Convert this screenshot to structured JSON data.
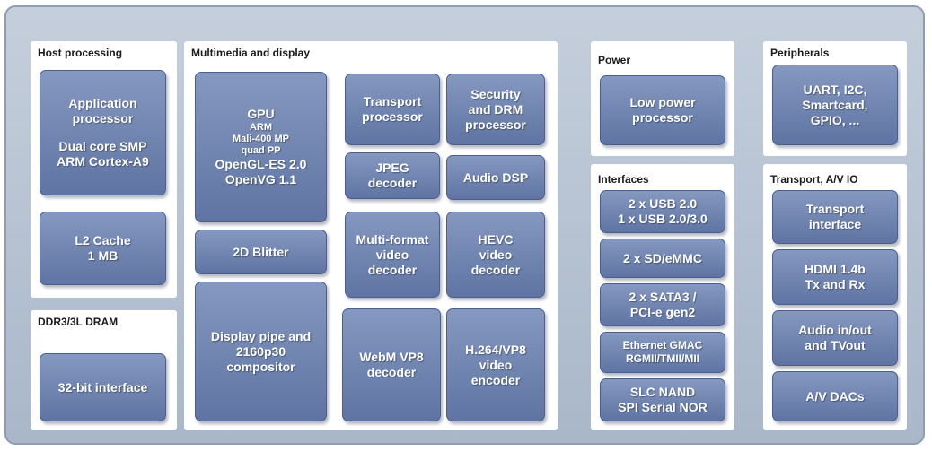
{
  "panels": {
    "host": "Host processing",
    "multimedia": "Multimedia and display",
    "power": "Power",
    "peripherals": "Peripherals",
    "dram": "DDR3/3L DRAM",
    "interfaces": "Interfaces",
    "transport": "Transport, A/V IO"
  },
  "blocks": {
    "app_proc": [
      "Application",
      "processor"
    ],
    "app_proc_sub": [
      "Dual core SMP",
      "ARM Cortex-A9"
    ],
    "l2": [
      "L2 Cache",
      "1 MB"
    ],
    "dram_if": [
      "32-bit interface"
    ],
    "gpu_title": "GPU",
    "gpu_small": [
      "ARM",
      "Mali-400 MP",
      "quad PP"
    ],
    "gpu_api": [
      "OpenGL-ES 2.0",
      "OpenVG 1.1"
    ],
    "blitter": [
      "2D Blitter"
    ],
    "display": [
      "Display pipe and",
      "2160p30",
      "compositor"
    ],
    "transport_proc": [
      "Transport",
      "processor"
    ],
    "security": [
      "Security",
      "and DRM",
      "processor"
    ],
    "jpeg": [
      "JPEG",
      "decoder"
    ],
    "audio_dsp": [
      "Audio DSP"
    ],
    "multiformat": [
      "Multi-format",
      "video",
      "decoder"
    ],
    "hevc": [
      "HEVC",
      "video",
      "decoder"
    ],
    "webm": [
      "WebM VP8",
      "decoder"
    ],
    "h264": [
      "H.264/VP8",
      "video",
      "encoder"
    ],
    "lowpower": [
      "Low power",
      "processor"
    ],
    "usb": [
      "2 x USB 2.0",
      "1 x USB 2.0/3.0"
    ],
    "sd": [
      "2 x SD/eMMC"
    ],
    "sata": [
      "2 x SATA3 /",
      "PCI-e gen2"
    ],
    "ethernet": [
      "Ethernet GMAC",
      "RGMII/TMII/MII"
    ],
    "nand": [
      "SLC NAND",
      "SPI Serial NOR"
    ],
    "uart": [
      "UART, I2C,",
      "Smartcard,",
      "GPIO, ..."
    ],
    "transport_if": [
      "Transport",
      "interface"
    ],
    "hdmi": [
      "HDMI 1.4b",
      "Tx and Rx"
    ],
    "audio_io": [
      "Audio in/out",
      "and TVout"
    ],
    "av_dacs": [
      "A/V DACs"
    ]
  }
}
